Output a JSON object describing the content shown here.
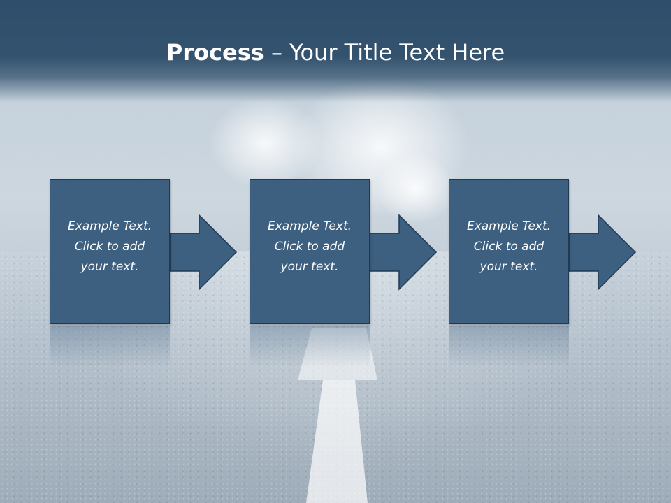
{
  "slide": {
    "title_bold": "Process",
    "title_rest": " – Your Title Text Here"
  },
  "colors": {
    "header": "#33526e",
    "step_fill": "#3d5f80",
    "step_border": "#1f3a55",
    "text": "#ffffff"
  },
  "steps": [
    {
      "text": "Example Text.\nClick  to add\nyour text."
    },
    {
      "text": "Example Text.\nClick  to add\nyour text."
    },
    {
      "text": "Example Text.\nClick  to add\nyour text."
    }
  ]
}
